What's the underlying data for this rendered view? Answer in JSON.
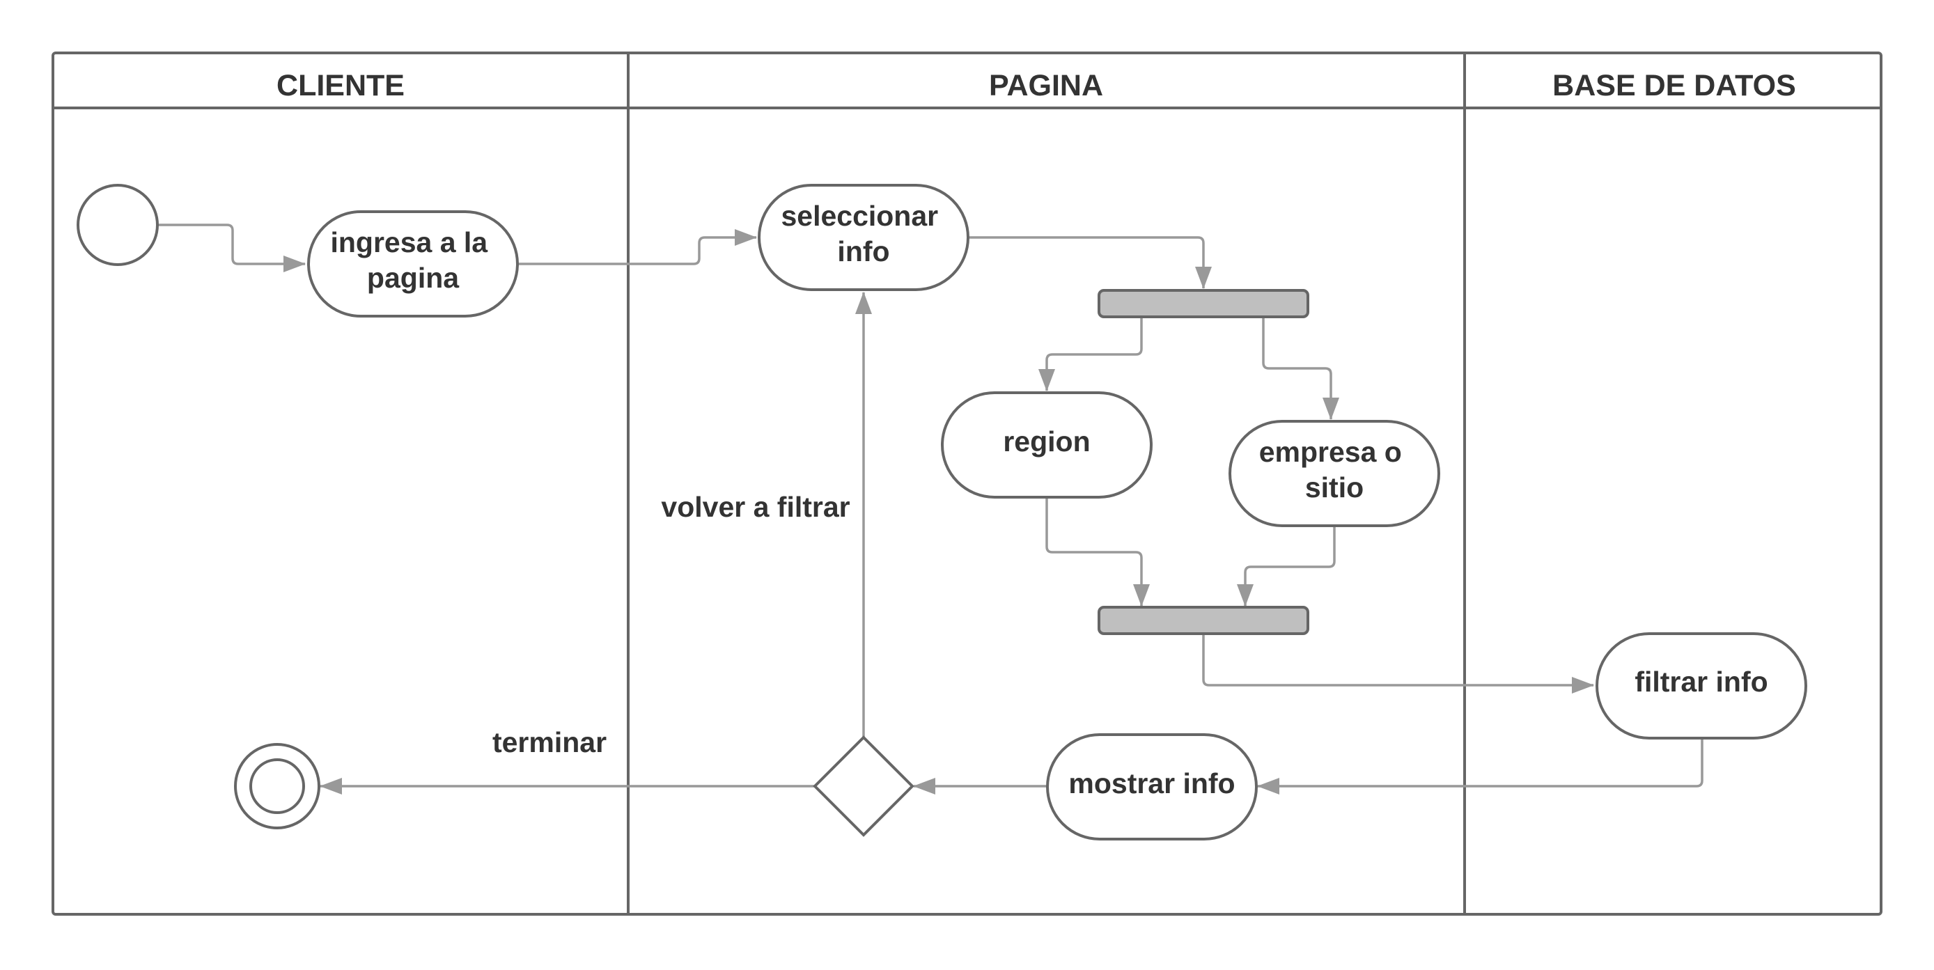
{
  "lanes": [
    {
      "id": "cliente",
      "title": "CLIENTE"
    },
    {
      "id": "pagina",
      "title": "PAGINA"
    },
    {
      "id": "base",
      "title": "BASE DE DATOS"
    }
  ],
  "nodes": {
    "ingresa": {
      "lines": [
        "ingresa a la",
        "pagina"
      ]
    },
    "seleccionar": {
      "lines": [
        "seleccionar",
        "info"
      ]
    },
    "region": {
      "lines": [
        "region"
      ]
    },
    "empresa": {
      "lines": [
        "empresa o",
        "sitio"
      ]
    },
    "filtrar": {
      "lines": [
        "filtrar info"
      ]
    },
    "mostrar": {
      "lines": [
        "mostrar info"
      ]
    }
  },
  "edge_labels": {
    "volver": "volver a filtrar",
    "terminar": "terminar"
  },
  "colors": {
    "frame": "#666666",
    "edge": "#999999",
    "text": "#333333",
    "bar_fill": "#bfbfbf"
  }
}
